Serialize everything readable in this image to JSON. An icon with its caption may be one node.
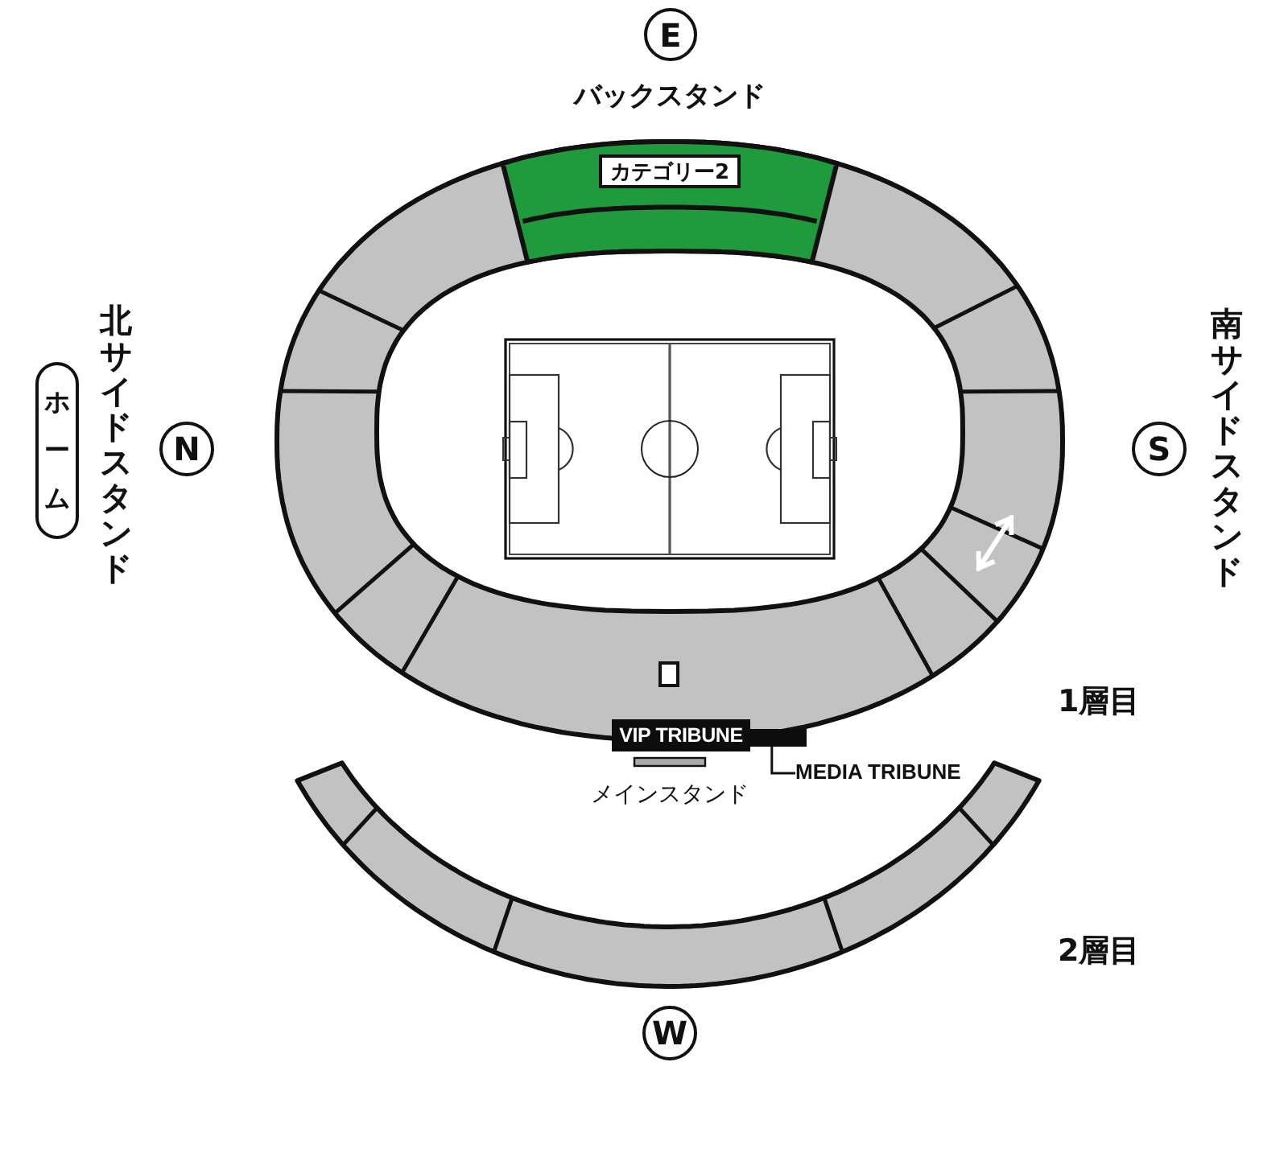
{
  "diagram": {
    "nodes": [
      {
        "text": [
          "E"
        ]
      },
      {
        "text": [
          "カテゴリー2"
        ]
      },
      {
        "text": [
          "ホーム"
        ]
      },
      {
        "text": [
          "N"
        ]
      },
      {
        "text": [
          "S"
        ]
      },
      {
        "text": [
          "VIP TRIBUNE"
        ]
      },
      {
        "text": [
          "MEDIA TRIBUNE"
        ]
      },
      {
        "text": [],
        "shape": "box"
      },
      {
        "text": [
          "W"
        ]
      }
    ],
    "edges": [
      {
        "from": 6,
        "to": 7,
        "arrow": "none"
      }
    ],
    "labels": [
      "バックスタンド",
      "北サイドスタンド",
      "南サイドスタンド",
      "1層目",
      "メインスタンド",
      "2層目"
    ]
  }
}
